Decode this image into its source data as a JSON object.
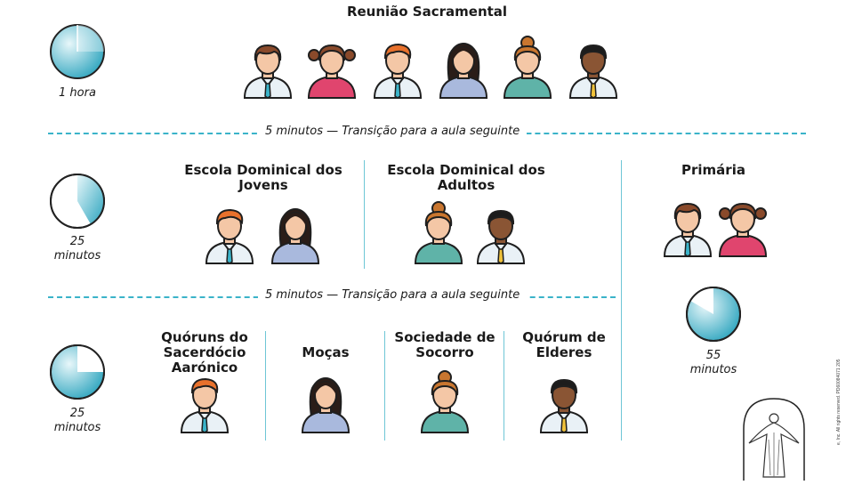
{
  "sacrament": {
    "title": "Reunião Sacramental",
    "duration": "1 hora"
  },
  "transition": {
    "label": "5 minutos — Transição para a aula seguinte"
  },
  "sunday_school": {
    "youth": "Escola Dominical dos Jovens",
    "adults": "Escola Dominical dos Adultos",
    "duration_num": "25",
    "duration_unit": "minutos"
  },
  "primary": {
    "title": "Primária",
    "duration_num": "55",
    "duration_unit": "minutos"
  },
  "quorums": {
    "aaronic": "Quóruns do Sacerdócio Aarónico",
    "young_women": "Moças",
    "relief_society": "Sociedade de Socorro",
    "elders": "Quórum de Elderes",
    "duration_num": "25",
    "duration_unit": "minutos"
  },
  "copyright": "e, Inc. All rights reserved. PD60084071 205",
  "colors": {
    "accent": "#3ab3c9",
    "divider": "#6ec6d6",
    "clock_light": "#dff3f7"
  }
}
